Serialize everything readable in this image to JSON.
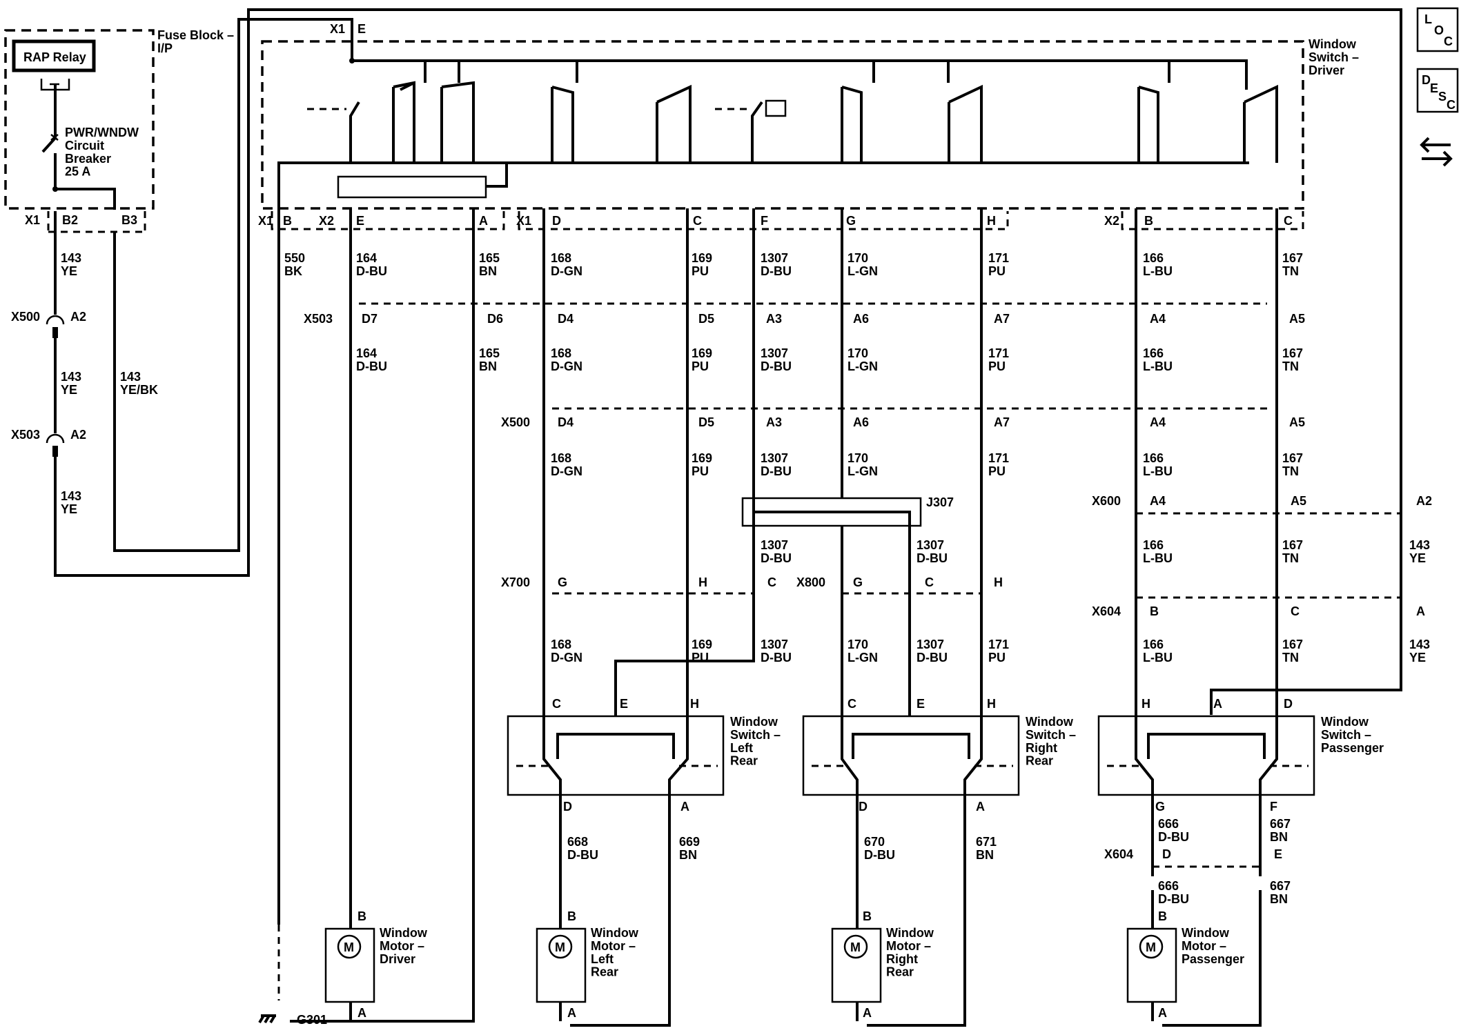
{
  "components": {
    "fuse_block": "Fuse Block –\nI/P",
    "rap_relay": "RAP Relay",
    "breaker": "PWR/WNDW\nCircuit\nBreaker\n25 A",
    "switch_driver": "Window\nSwitch –\nDriver",
    "switch_left_rear": "Window\nSwitch –\nLeft\nRear",
    "switch_right_rear": "Window\nSwitch –\nRight\nRear",
    "switch_passenger": "Window\nSwitch –\nPassenger",
    "motor_driver": "Window\nMotor –\nDriver",
    "motor_left_rear": "Window\nMotor –\nLeft\nRear",
    "motor_right_rear": "Window\nMotor –\nRight\nRear",
    "motor_passenger": "Window\nMotor –\nPassenger",
    "splice": "J307",
    "ground": "G301",
    "motor_symbol": "M"
  },
  "connectors": {
    "x500": "X500",
    "x503": "X503",
    "x600": "X600",
    "x604": "X604",
    "x700": "X700",
    "x800": "X800",
    "x1": "X1",
    "x2": "X2"
  },
  "pins": {
    "fb_x1": "X1",
    "fb_b2": "B2",
    "fb_b3": "B3",
    "ws_x1_top": "X1",
    "ws_e_top": "E",
    "ws_x1_b": "X1",
    "ws_b": "B",
    "ws_x2_e": "X2",
    "ws_e": "E",
    "ws_a": "A",
    "ws_x1_d": "X1",
    "ws_d": "D",
    "ws_c": "C",
    "ws_f": "F",
    "ws_g": "G",
    "ws_h": "H",
    "ws_x2_b": "X2",
    "ws_b2": "B",
    "ws_c2": "C",
    "x500_a2": "A2",
    "x503_a2": "A2",
    "x503_d7": "D7",
    "x503_d6": "D6",
    "x503_d4": "D4",
    "x503_d5": "D5",
    "x503_a3": "A3",
    "x503_a6": "A6",
    "x503_a7": "A7",
    "x503_a4": "A4",
    "x503_a5": "A5",
    "x500_d4": "D4",
    "x500_d5": "D5",
    "x500_a3": "A3",
    "x500_a6": "A6",
    "x500_a7": "A7",
    "x500_a4": "A4",
    "x500_a5": "A5",
    "x600_a4": "A4",
    "x600_a5": "A5",
    "x600_a2": "A2",
    "x700_g": "G",
    "x700_h": "H",
    "x700_c": "C",
    "x800_g": "G",
    "x800_c": "C",
    "x800_h": "H",
    "x604_b": "B",
    "x604_c": "C",
    "x604_a": "A",
    "lr_c": "C",
    "lr_e": "E",
    "lr_h": "H",
    "lr_d": "D",
    "lr_a": "A",
    "rr_c": "C",
    "rr_e": "E",
    "rr_h": "H",
    "rr_d": "D",
    "rr_a": "A",
    "ps_h": "H",
    "ps_a": "A",
    "ps_d": "D",
    "ps_g": "G",
    "ps_f": "F",
    "x604_d": "D",
    "x604_e": "E",
    "md_b": "B",
    "md_a": "A",
    "ml_b": "B",
    "ml_a": "A",
    "mr_b": "B",
    "mr_a": "A",
    "mp_b": "B",
    "mp_a": "A"
  },
  "wires": {
    "w143_ye_1": "143\nYE",
    "w143_ye_2": "143\nYE",
    "w143_ye_3": "143\nYE",
    "w143_yebk": "143\nYE/BK",
    "w550": "550\nBK",
    "w164_1": "164\nD-BU",
    "w165_1": "165\nBN",
    "w168_1": "168\nD-GN",
    "w169_1": "169\nPU",
    "w1307_1": "1307\nD-BU",
    "w170_1": "170\nL-GN",
    "w171_1": "171\nPU",
    "w166_1": "166\nL-BU",
    "w167_1": "167\nTN",
    "w164_2": "164\nD-BU",
    "w165_2": "165\nBN",
    "w168_2": "168\nD-GN",
    "w169_2": "169\nPU",
    "w1307_2": "1307\nD-BU",
    "w170_2": "170\nL-GN",
    "w171_2": "171\nPU",
    "w166_2": "166\nL-BU",
    "w167_2": "167\nTN",
    "w168_3": "168\nD-GN",
    "w169_3": "169\nPU",
    "w1307_3": "1307\nD-BU",
    "w170_3": "170\nL-GN",
    "w171_3": "171\nPU",
    "w166_3": "166\nL-BU",
    "w167_3": "167\nTN",
    "w1307_4": "1307\nD-BU",
    "w1307_5": "1307\nD-BU",
    "w166_4": "166\nL-BU",
    "w167_4": "167\nTN",
    "w143_ye_4": "143\nYE",
    "w168_4": "168\nD-GN",
    "w169_4": "169\nPU",
    "w1307_6": "1307\nD-BU",
    "w170_4": "170\nL-GN",
    "w1307_7": "1307\nD-BU",
    "w171_4": "171\nPU",
    "w166_5": "166\nL-BU",
    "w167_5": "167\nTN",
    "w143_ye_5": "143\nYE",
    "w668": "668\nD-BU",
    "w669": "669\nBN",
    "w670": "670\nD-BU",
    "w671": "671\nBN",
    "w666_1": "666\nD-BU",
    "w667_1": "667\nBN",
    "w666_2": "666\nD-BU",
    "w667_2": "667\nBN"
  },
  "legend": {
    "loc": [
      "L",
      "O",
      "C"
    ],
    "desc": [
      "D",
      "E",
      "S",
      "C"
    ]
  },
  "icons": [
    "fuse-icon",
    "relay-icon",
    "circuit-breaker-icon",
    "window-switch-icon",
    "lockout-switch-icon",
    "motor-icon",
    "ground-icon",
    "legend-loc-icon",
    "legend-desc-icon",
    "connector-icon"
  ]
}
